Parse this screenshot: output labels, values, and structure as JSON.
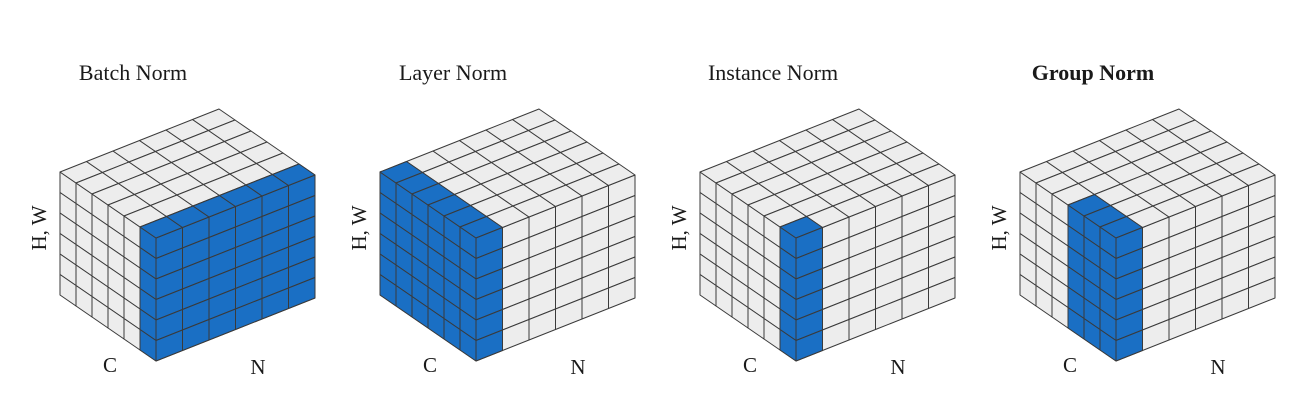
{
  "diagram": {
    "cube_size": 6,
    "colors": {
      "highlight": "#1a6fc4",
      "base": "#ededed",
      "grid_line": "#3a3a3a",
      "text": "#1a1a1a"
    },
    "axis_labels": {
      "vertical": "H, W",
      "depth": "C",
      "horizontal": "N"
    },
    "panels": [
      {
        "id": "batch",
        "title": "Batch Norm",
        "bold": false,
        "highlight": "front-face"
      },
      {
        "id": "layer",
        "title": "Layer Norm",
        "bold": false,
        "highlight": "left-slab"
      },
      {
        "id": "instance",
        "title": "Instance Norm",
        "bold": false,
        "highlight": "single-column"
      },
      {
        "id": "group",
        "title": "Group Norm",
        "bold": true,
        "highlight": "grouped-columns"
      }
    ]
  }
}
